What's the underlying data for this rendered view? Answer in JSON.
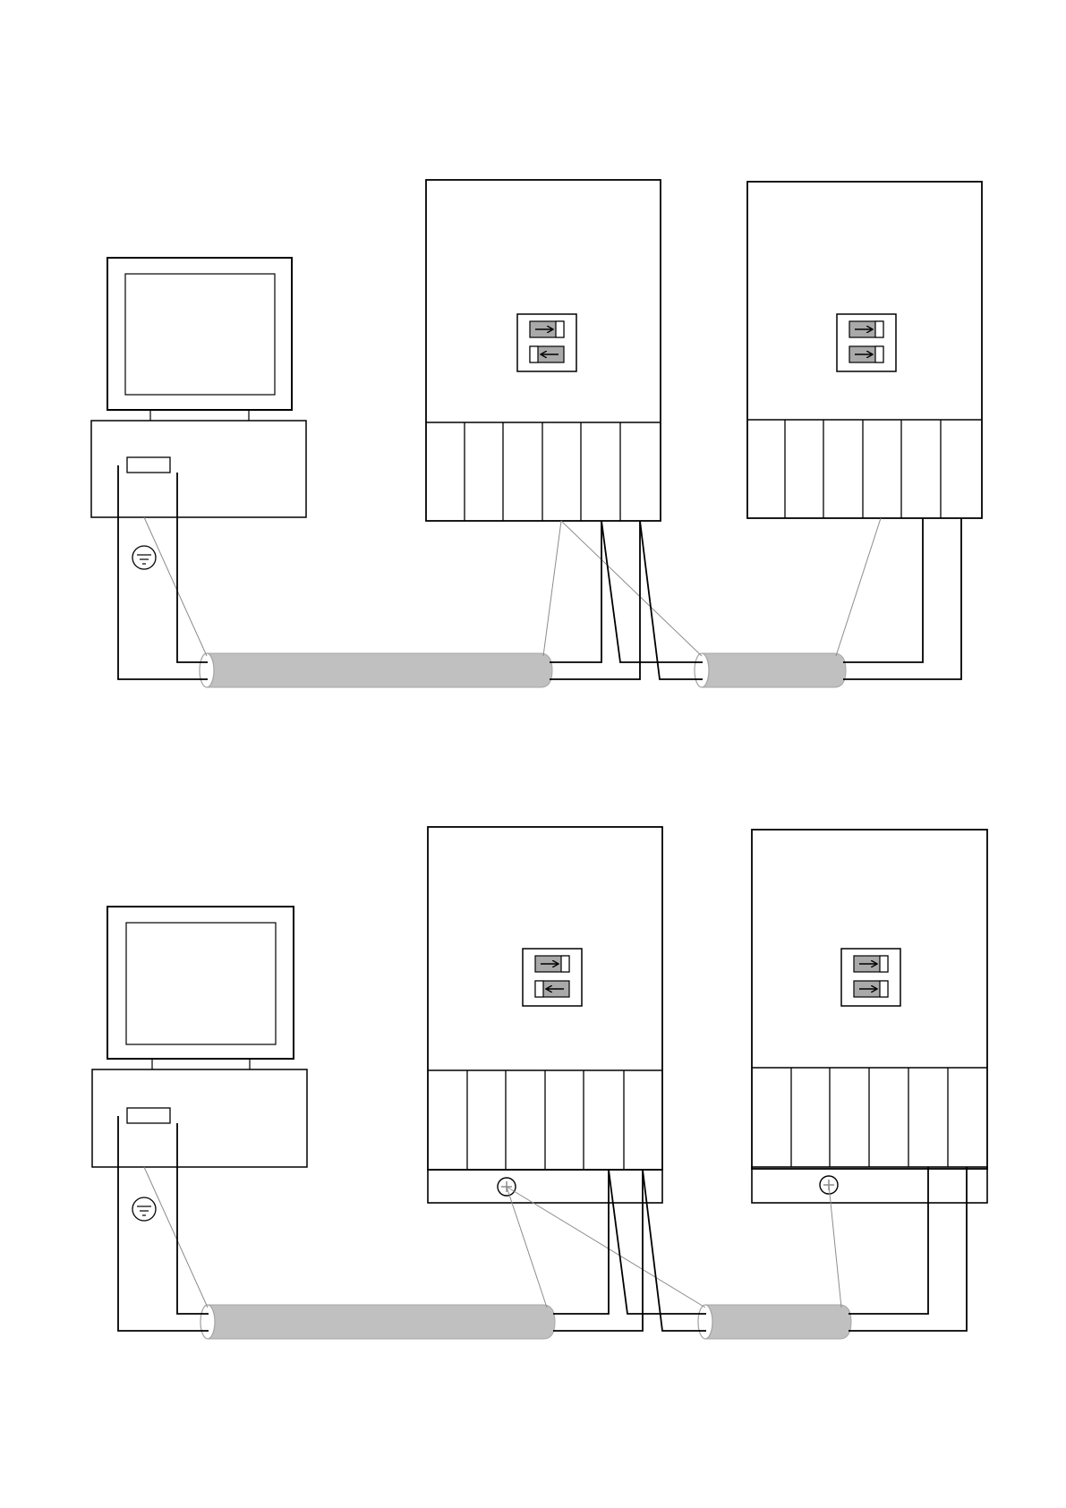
{
  "page": {
    "background": "#ffffff"
  },
  "colors": {
    "line": "#000000",
    "cable_fill": "#c0c0c0",
    "cable_edge": "#a6a6a6",
    "shield_wire": "#8c8c8c",
    "button_fill": "#a9a9a9"
  },
  "diagrams": [
    {
      "id": "top",
      "variant": "without-grounding-bar",
      "devices": [
        {
          "id": "drive-1",
          "termination_switches": [
            "arrow-right-icon",
            "arrow-left-icon"
          ]
        },
        {
          "id": "drive-2",
          "termination_switches": [
            "arrow-right-icon",
            "arrow-right-icon"
          ]
        }
      ],
      "computer_symbols": [
        "ground-symbol-icon"
      ]
    },
    {
      "id": "bottom",
      "variant": "with-grounding-bar",
      "devices": [
        {
          "id": "drive-1",
          "termination_switches": [
            "arrow-right-icon",
            "arrow-left-icon"
          ],
          "ground_terminal": "ground-screw-icon"
        },
        {
          "id": "drive-2",
          "termination_switches": [
            "arrow-right-icon",
            "arrow-right-icon"
          ],
          "ground_terminal": "ground-screw-icon"
        }
      ],
      "computer_symbols": [
        "ground-symbol-icon"
      ]
    }
  ]
}
